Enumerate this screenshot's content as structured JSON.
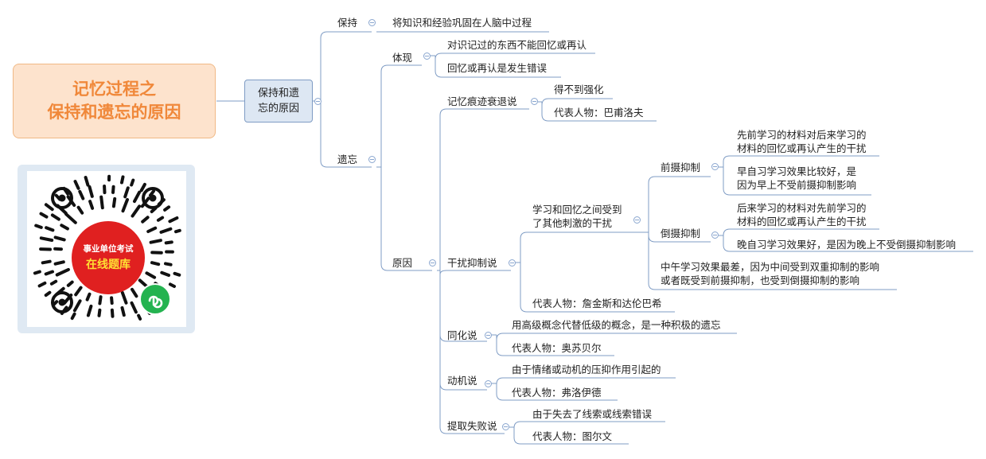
{
  "root": {
    "line1": "记忆过程之",
    "line2": "保持和遗忘的原因"
  },
  "main_topic": {
    "line1": "保持和遗",
    "line2": "忘的原因"
  },
  "baochi": {
    "label": "保持",
    "desc": "将知识和经验巩固在人脑中过程"
  },
  "yiwang": {
    "label": "遗忘"
  },
  "tixian": {
    "label": "体现",
    "items": [
      "对识记过的东西不能回忆或再认",
      "回忆或再认是发生错误"
    ]
  },
  "yuanyin": {
    "label": "原因"
  },
  "shuaitui": {
    "label": "记忆痕迹衰退说",
    "items": [
      "得不到强化",
      "代表人物：巴甫洛夫"
    ]
  },
  "ganrao": {
    "label": "干扰抑制说",
    "cause": {
      "line1": "学习和回忆之间受到",
      "line2": "了其他刺激的干扰"
    },
    "qianshe": {
      "label": "前摄抑制",
      "def": {
        "line1": "先前学习的材料对后来学习的",
        "line2": "材料的回忆或再认产生的干扰"
      },
      "ex": {
        "line1": "早自习学习效果比较好，是",
        "line2": "因为早上不受前摄抑制影响"
      }
    },
    "daoshe": {
      "label": "倒摄抑制",
      "def": {
        "line1": "后来学习的材料对先前学习的",
        "line2": "材料的回忆或再认产生的干扰"
      },
      "ex": "晚自习学习效果好，是因为晚上不受倒摄抑制影响"
    },
    "noon": {
      "line1": "中午学习效果最差，因为中间受到双重抑制的影响",
      "line2": "或者既受到前摄抑制，也受到倒摄抑制的影响"
    },
    "person": "代表人物：詹金斯和达伦巴希"
  },
  "tonghua": {
    "label": "同化说",
    "items": [
      "用高级概念代替低级的概念，是一种积极的遗忘",
      "代表人物：奥苏贝尔"
    ]
  },
  "dongji": {
    "label": "动机说",
    "items": [
      "由于情绪或动机的压抑作用引起的",
      "代表人物：弗洛伊德"
    ]
  },
  "tiqu": {
    "label": "提取失败说",
    "items": [
      "由于失去了线索或线索错误",
      "代表人物：图尔文"
    ]
  },
  "qr": {
    "line1": "事业单位考试",
    "line2": "在线题库"
  },
  "colors": {
    "line": "#7f9cc4",
    "root_fill": "#fde3cd",
    "root_text": "#f0883a",
    "main_fill": "#dde7f3",
    "badge": "#e02020",
    "wechat": "#24b350"
  }
}
